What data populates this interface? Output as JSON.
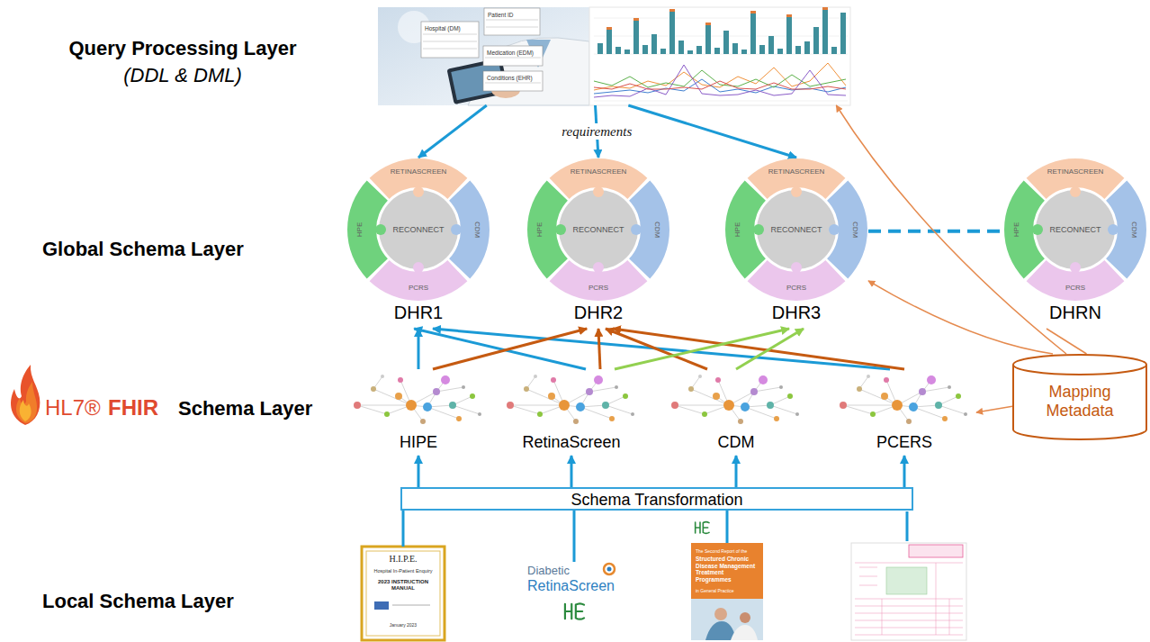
{
  "diagram": {
    "nodes": [
      {
        "text": [
          "Hospital (DM)",
          "Patient ID",
          "Medication (EDM)",
          "Conditions (EHR)"
        ]
      },
      {
        "text": [
          "DHR1"
        ]
      },
      {
        "text": [
          "RETINASCREEN"
        ],
        "in": 1
      },
      {
        "text": [
          "HPE"
        ],
        "in": 1
      },
      {
        "text": [
          "RECONNECT"
        ],
        "in": 1
      },
      {
        "text": [
          "CDM"
        ],
        "in": 1
      },
      {
        "text": [
          "PCRS"
        ],
        "in": 1
      },
      {
        "text": [
          "DHR2"
        ]
      },
      {
        "text": [
          "RETINASCREEN"
        ],
        "in": 7
      },
      {
        "text": [
          "HPE"
        ],
        "in": 7
      },
      {
        "text": [
          "RECONNECT"
        ],
        "in": 7
      },
      {
        "text": [
          "CDM"
        ],
        "in": 7
      },
      {
        "text": [
          "PCRS"
        ],
        "in": 7
      },
      {
        "text": [
          "DHR3"
        ]
      },
      {
        "text": [
          "RETINASCREEN"
        ],
        "in": 13
      },
      {
        "text": [
          "HPE"
        ],
        "in": 13
      },
      {
        "text": [
          "RECONNECT"
        ],
        "in": 13
      },
      {
        "text": [
          "CDM"
        ],
        "in": 13
      },
      {
        "text": [
          "PCRS"
        ],
        "in": 13
      },
      {
        "text": [
          "DHRN"
        ]
      },
      {
        "text": [
          "RETINASCREEN"
        ],
        "in": 19
      },
      {
        "text": [
          "HPE"
        ],
        "in": 19
      },
      {
        "text": [
          "RECONNECT"
        ],
        "in": 19
      },
      {
        "text": [
          "CDM"
        ],
        "in": 19
      },
      {
        "text": [
          "PCRS"
        ],
        "in": 19
      },
      {
        "text": [
          "HIPE"
        ]
      },
      {
        "text": [
          "RetinaScreen"
        ]
      },
      {
        "text": [
          "CDM"
        ]
      },
      {
        "text": [
          "PCERS"
        ]
      },
      {
        "text": [
          "Mapping Metadata"
        ]
      },
      {
        "text": [
          "Schema Transformation"
        ]
      },
      {
        "text": [
          "H.I.P.E.",
          "Hospital In-Patient Enquiry",
          "2023 INSTRUCTION MANUAL",
          "January 2023"
        ]
      },
      {
        "text": [
          "Diabetic",
          "RetinaScreen"
        ]
      },
      {
        "text": [
          "The Second Report of the",
          "Structured Chronic Disease Management Treatment Programmes",
          "in General Practice"
        ]
      }
    ],
    "edges": [
      {
        "from": 0,
        "to": 1,
        "arrow": "to"
      },
      {
        "from": 0,
        "to": 7,
        "arrow": "to",
        "label": "requirements"
      },
      {
        "from": 0,
        "to": 13,
        "arrow": "to"
      },
      {
        "from": 13,
        "to": 19,
        "arrow": "none"
      },
      {
        "from": 25,
        "to": 1,
        "arrow": "to"
      },
      {
        "from": 26,
        "to": 1,
        "arrow": "to"
      },
      {
        "from": 28,
        "to": 1,
        "arrow": "to"
      },
      {
        "from": 25,
        "to": 7,
        "arrow": "to"
      },
      {
        "from": 26,
        "to": 7,
        "arrow": "to"
      },
      {
        "from": 27,
        "to": 7,
        "arrow": "to"
      },
      {
        "from": 28,
        "to": 7,
        "arrow": "to"
      },
      {
        "from": 26,
        "to": 13,
        "arrow": "to"
      },
      {
        "from": 27,
        "to": 13,
        "arrow": "to"
      },
      {
        "from": 29,
        "to": 0,
        "arrow": "to"
      },
      {
        "from": 29,
        "to": 13,
        "arrow": "to"
      },
      {
        "from": 29,
        "to": 28,
        "arrow": "to"
      },
      {
        "from": 29,
        "to": 19,
        "arrow": "none"
      },
      {
        "from": 31,
        "to": 30,
        "arrow": "none"
      },
      {
        "from": 32,
        "to": 30,
        "arrow": "none"
      },
      {
        "from": 33,
        "to": 30,
        "arrow": "none"
      },
      {
        "from": 30,
        "to": 25,
        "arrow": "to"
      },
      {
        "from": 30,
        "to": 26,
        "arrow": "to"
      },
      {
        "from": 30,
        "to": 27,
        "arrow": "to"
      },
      {
        "from": 30,
        "to": 28,
        "arrow": "to"
      }
    ],
    "labels": [
      "Query Processing Layer",
      "(DDL & DML)",
      "Global Schema Layer",
      "HL7®",
      "FHIR",
      "Schema Layer",
      "Local Schema Layer"
    ]
  }
}
